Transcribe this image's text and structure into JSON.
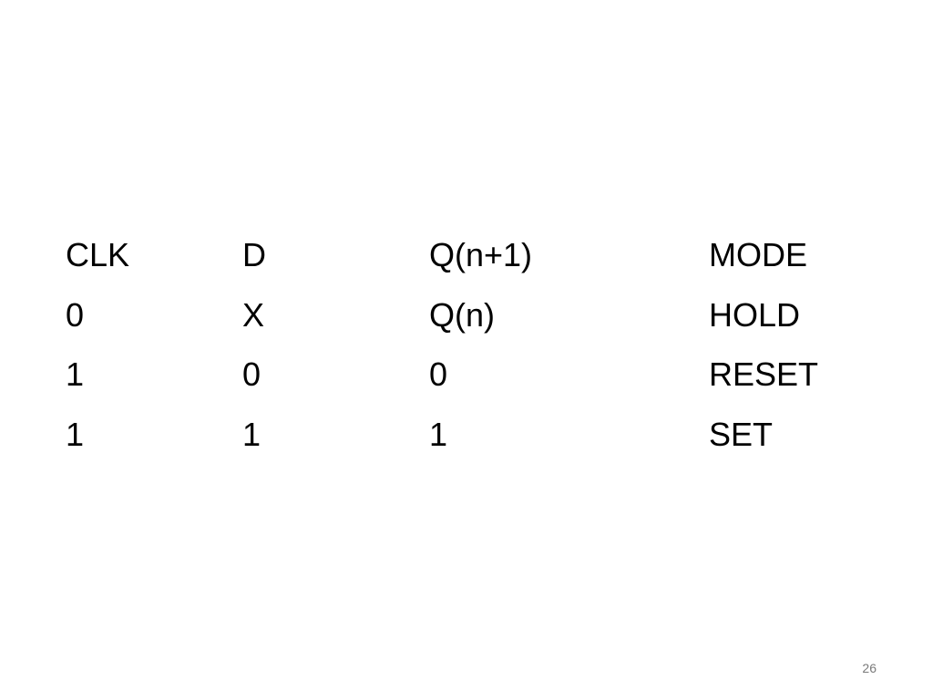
{
  "truth_table": {
    "headers": [
      "CLK",
      "D",
      "Q(n+1)",
      "MODE"
    ],
    "rows": [
      [
        "0",
        "X",
        "Q(n)",
        "HOLD"
      ],
      [
        "1",
        "0",
        "0",
        "RESET"
      ],
      [
        "1",
        "1",
        "1",
        "SET"
      ]
    ]
  },
  "slide_number": "26"
}
